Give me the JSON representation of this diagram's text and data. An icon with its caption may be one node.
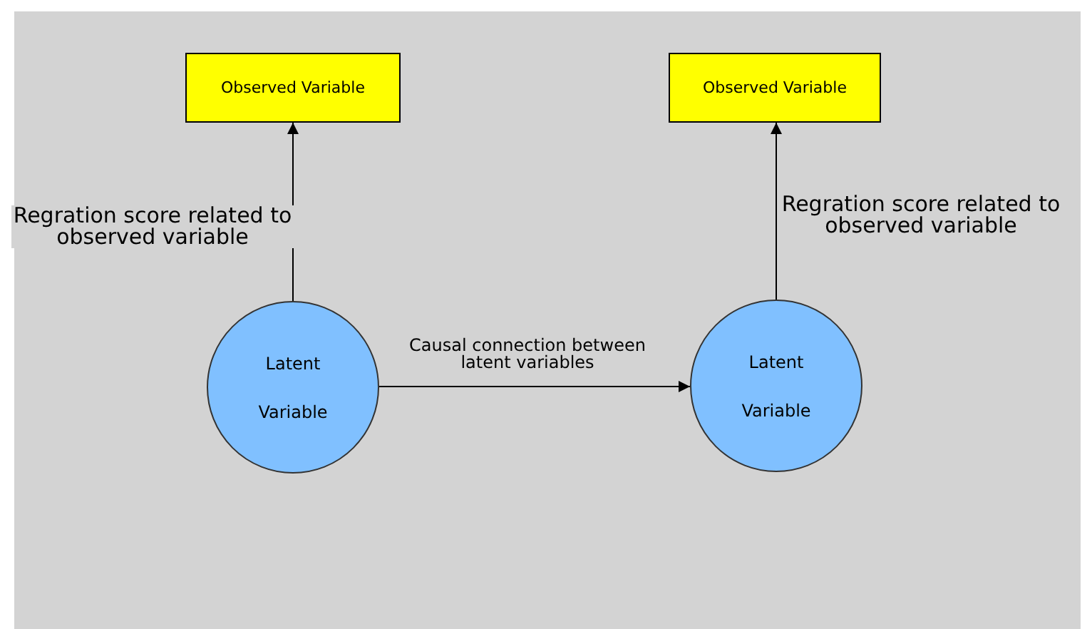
{
  "diagram": {
    "nodes": [
      {
        "text": [
          "Observed Variable"
        ]
      },
      {
        "text": [
          "Observed Variable"
        ]
      },
      {
        "text": [
          "Latent Variable"
        ]
      },
      {
        "text": [
          "Latent Variable"
        ]
      }
    ],
    "edges": [
      {
        "from": 2,
        "to": 0,
        "arrow": "to",
        "label": "Regration score related to observed variable"
      },
      {
        "from": 3,
        "to": 1,
        "arrow": "to",
        "label": "Regration score related to observed variable"
      },
      {
        "from": 2,
        "to": 3,
        "arrow": "to",
        "label": "Causal connection between latent variables"
      }
    ]
  }
}
